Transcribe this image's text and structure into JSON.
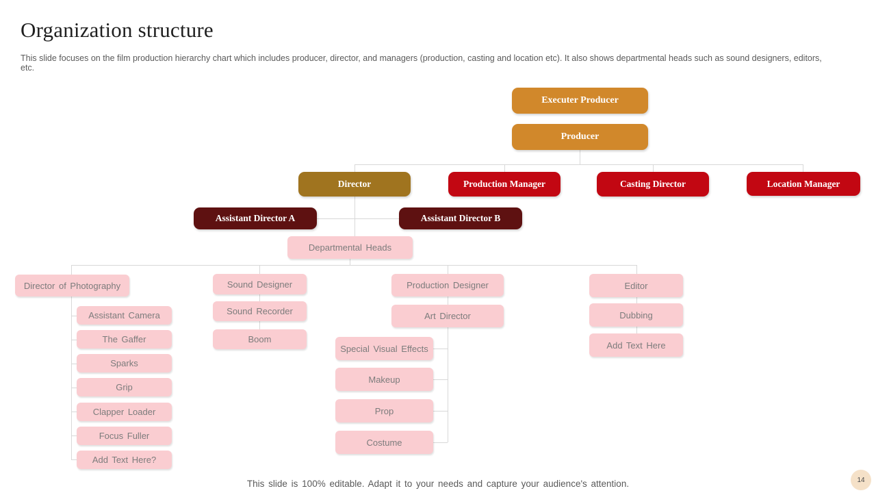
{
  "slide": {
    "title": "Organization structure",
    "subtitle": "This slide focuses on the film production hierarchy chart which includes producer, director, and managers (production, casting and location etc). It also shows departmental heads such as sound designers, editors, etc.",
    "footer_note": "This slide is 100% editable. Adapt it to your needs and capture your audience's attention.",
    "page_number": "14"
  },
  "colors": {
    "executive_orange": "#d1882b",
    "director_gold": "#a0741f",
    "manager_red": "#c20712",
    "assistant_maroon": "#5e1111",
    "department_pink": "#facdd1",
    "pink_text": "#7c7c7c",
    "connector_line": "#d8d8d8",
    "page_badge_bg": "#f5e1c8"
  },
  "org_chart": {
    "type": "hierarchy-tree",
    "executer_producer": "Executer Producer",
    "producer": "Producer",
    "director": "Director",
    "production_manager": "Production Manager",
    "casting_director": "Casting Director",
    "location_manager": "Location Manager",
    "assistant_director_a": "Assistant Director A",
    "assistant_director_b": "Assistant Director B",
    "departmental_heads": "Departmental Heads",
    "photography": {
      "head": "Director of Photography",
      "crew": [
        "Assistant Camera",
        "The Gaffer",
        "Sparks",
        "Grip",
        "Clapper Loader",
        "Focus Fuller",
        "Add Text Here?"
      ]
    },
    "sound": [
      "Sound Designer",
      "Sound Recorder",
      "Boom"
    ],
    "design": {
      "head": "Production Designer",
      "deputy": "Art Director",
      "crew": [
        "Special Visual Effects",
        "Makeup",
        "Prop",
        "Costume"
      ]
    },
    "post_production": [
      "Editor",
      "Dubbing",
      "Add Text Here"
    ]
  }
}
